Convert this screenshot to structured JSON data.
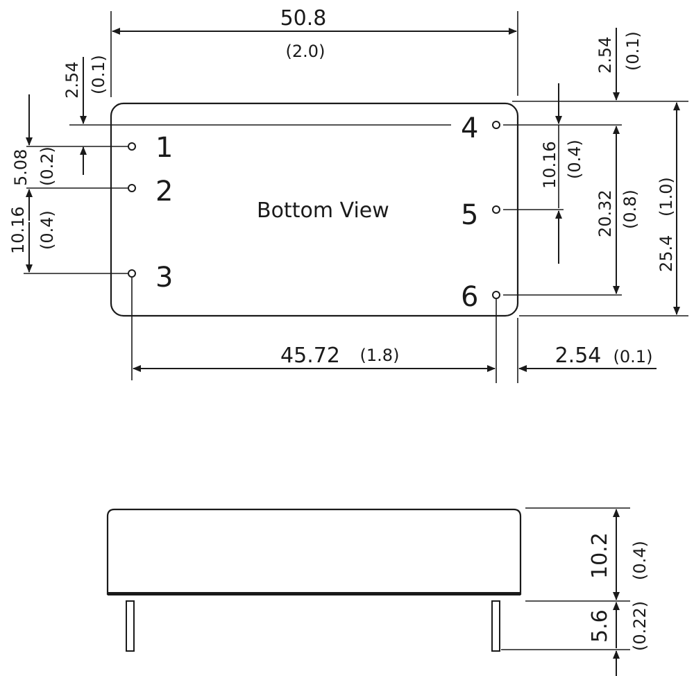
{
  "view_label": "Bottom View",
  "pins": [
    "1",
    "2",
    "3",
    "4",
    "5",
    "6"
  ],
  "dimensions": {
    "width": {
      "mm": "50.8",
      "in": "(2.0)"
    },
    "pin_row_span": {
      "mm": "45.72",
      "in": "(1.8)"
    },
    "right_edge_offset": {
      "mm": "2.54",
      "in": "(0.1)"
    },
    "top_edge_offset_left": {
      "mm": "2.54",
      "in": "(0.1)"
    },
    "top_edge_offset_right": {
      "mm": "2.54",
      "in": "(0.1)"
    },
    "pin1_pin2": {
      "mm": "5.08",
      "in": "(0.2)"
    },
    "pin2_pin3": {
      "mm": "10.16",
      "in": "(0.4)"
    },
    "pin4_pin5": {
      "mm": "10.16",
      "in": "(0.4)"
    },
    "pin4_pin6": {
      "mm": "20.32",
      "in": "(0.8)"
    },
    "total_height": {
      "mm": "25.4",
      "in": "(1.0)"
    },
    "body_height": {
      "mm": "10.2",
      "in": "(0.4)"
    },
    "pin_length": {
      "mm": "5.6",
      "in": "(0.22)"
    }
  }
}
